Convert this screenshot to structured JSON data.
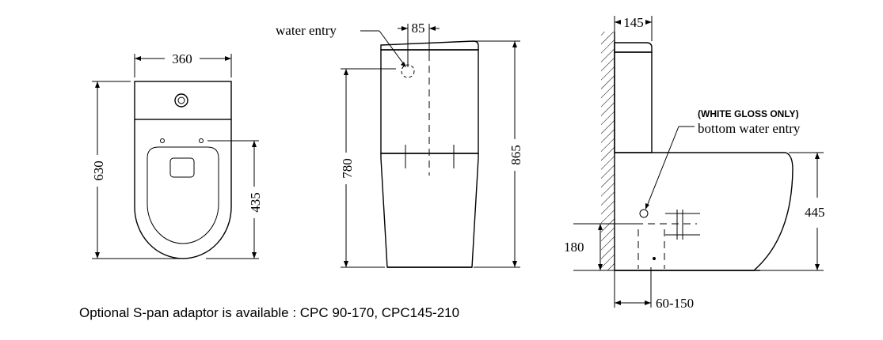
{
  "top_view": {
    "width": "360",
    "depth": "630",
    "bowl_depth": "435"
  },
  "front_view": {
    "water_entry_label": "water entry",
    "entry_offset": "85",
    "bowl_height": "780",
    "total_height": "865"
  },
  "side_view": {
    "cistern_depth": "145",
    "finish_note": "(WHITE GLOSS ONLY)",
    "bottom_entry_label": "bottom water entry",
    "pan_height": "445",
    "outlet_height": "180",
    "setout": "60-150"
  },
  "footnote": "Optional S-pan adaptor is available : CPC 90-170, CPC145-210"
}
